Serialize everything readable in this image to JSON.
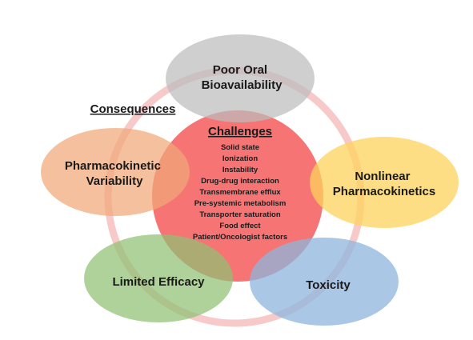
{
  "diagram": {
    "consequences_label": "Consequences",
    "center": {
      "title": "Challenges",
      "items": [
        "Solid state",
        "Ionization",
        "Instability",
        "Drug-drug interaction",
        "Transmembrane efflux",
        "Pre-systemic metabolism",
        "Transporter saturation",
        "Food effect",
        "Patient/Oncologist factors"
      ]
    },
    "satellites": {
      "top": {
        "lines": [
          "Poor Oral",
          "Bioavailability"
        ],
        "color": "#bdbdbd"
      },
      "left": {
        "lines": [
          "Pharmacokinetic",
          "Variability"
        ],
        "color": "#f0a878"
      },
      "right": {
        "lines": [
          "Nonlinear",
          "Pharmacokinetics"
        ],
        "color": "#fdd35c"
      },
      "bottom_left": {
        "lines": [
          "Limited Efficacy"
        ],
        "color": "#8fc073"
      },
      "bottom_right": {
        "lines": [
          "Toxicity"
        ],
        "color": "#8db5dd"
      }
    },
    "colors": {
      "center": "#f55c5c",
      "ring": "#f4b7b7"
    }
  }
}
